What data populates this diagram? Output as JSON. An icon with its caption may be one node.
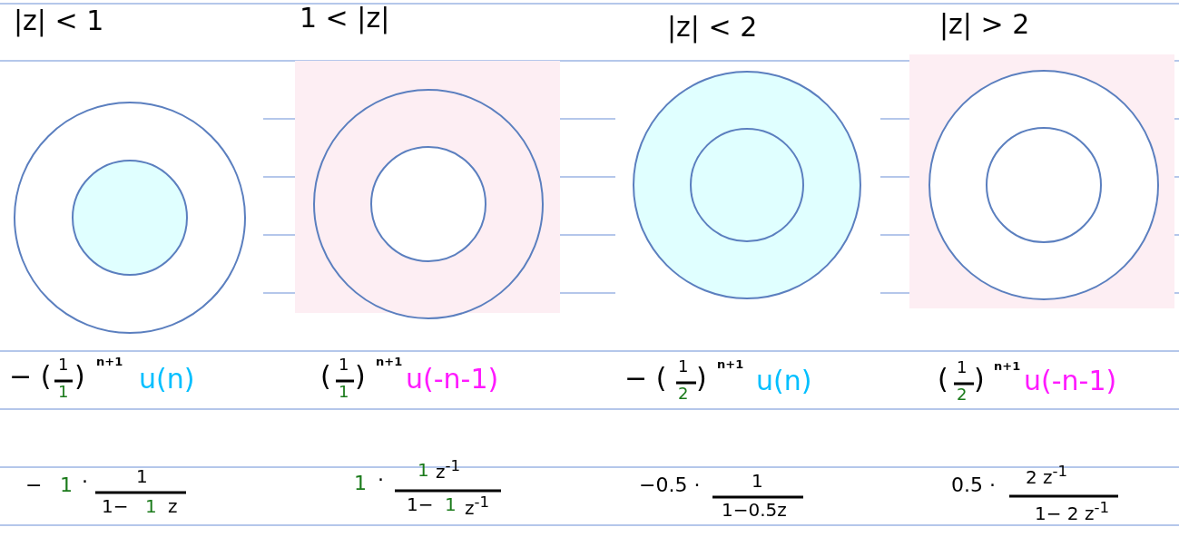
{
  "diagram": {
    "labels": [
      "|z| < 1",
      "1 < |z|",
      "|z| < 2",
      "|z| > 2",
      "− (",
      "1",
      "1",
      ")",
      "n+1",
      "u(n)",
      "(",
      "1",
      "1",
      ")",
      "n+1",
      "u(-n-1)",
      "− (",
      "1",
      "2",
      ")",
      "n+1",
      "u(n)",
      "(",
      "1",
      "2",
      ")",
      "n+1",
      "u(-n-1)",
      "−",
      "1",
      "·",
      "1",
      "1−",
      "1",
      "z",
      "1",
      "·",
      "1",
      "z$^{-1}$",
      "1−",
      "1",
      "z$^{-1}$",
      "−0.5 ·",
      "1",
      "1−0.5z",
      "0.5 ·",
      "2 z$^{-1}$",
      "1− 2 z$^{-1}$"
    ]
  }
}
